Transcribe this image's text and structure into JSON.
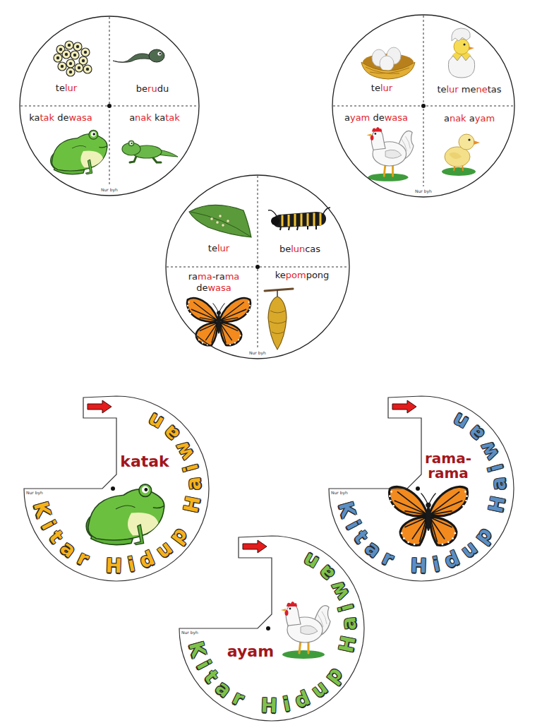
{
  "diagram": {
    "nodes": [
      {
        "text": [
          "Nur byh"
        ]
      },
      {
        "text": [
          "telur"
        ],
        "in": 0
      },
      {
        "text": [
          "berudu"
        ],
        "in": 0
      },
      {
        "text": [
          "katak dewasa"
        ],
        "in": 0
      },
      {
        "text": [
          "anak katak"
        ],
        "in": 0
      },
      {
        "text": [
          "Nur byh"
        ]
      },
      {
        "text": [
          "telur"
        ],
        "in": 5
      },
      {
        "text": [
          "telur menetas"
        ],
        "in": 5
      },
      {
        "text": [
          "ayam dewasa"
        ],
        "in": 5
      },
      {
        "text": [
          "anak ayam"
        ],
        "in": 5
      },
      {
        "text": [
          "Nur byh"
        ]
      },
      {
        "text": [
          "telur"
        ],
        "in": 10
      },
      {
        "text": [
          "beluncas"
        ],
        "in": 10
      },
      {
        "text": [
          "rama-rama dewasa"
        ],
        "in": 10
      },
      {
        "text": [
          "kepompong"
        ],
        "in": 10
      },
      {
        "text": [
          "katak",
          "Kitar Hidup Haiwan",
          "Nur byh"
        ]
      },
      {
        "text": [
          "rama-rama",
          "Kitar Hidup Haiwan",
          "Nur byh"
        ]
      },
      {
        "text": [
          "ayam",
          "Kitar Hidup Haiwan",
          "Nur byh"
        ]
      }
    ]
  }
}
